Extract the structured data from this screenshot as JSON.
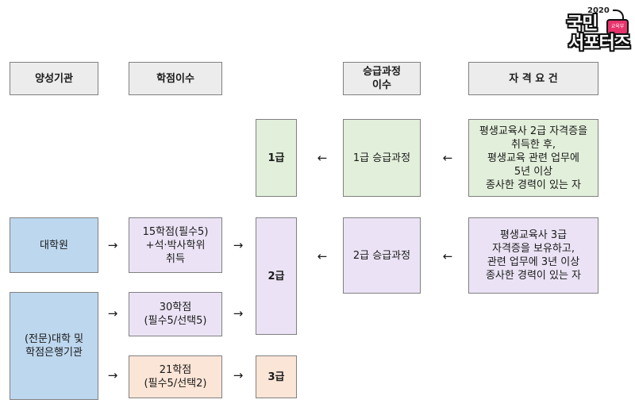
{
  "logo": {
    "year": "2020",
    "line1": "국민",
    "line2": "서포터즈",
    "tv_label": "교육부"
  },
  "headers": {
    "institution": "양성기관",
    "credits": "학점이수",
    "promotion": "승급과정\n이수",
    "qualification": "자 격 요 건"
  },
  "levels": {
    "level1": "1급",
    "level2": "2급",
    "level3": "3급"
  },
  "promotion": {
    "course1": "1급 승급과정",
    "course2": "2급 승급과정"
  },
  "qualification": {
    "req1": "평생교육사 2급 자격증을\n취득한 후,\n평생교육 관련 업무에\n5년 이상\n종사한 경력이 있는 자",
    "req2": "평생교육사 3급\n자격증을 보유하고,\n관련 업무에 3년 이상\n종사한 경력이 있는 자"
  },
  "institutions": {
    "grad": "대학원",
    "univ": "(전문)대학 및\n학점은행기관"
  },
  "credits": {
    "c15": "15학점(필수5)\n+석·박사학위\n취득",
    "c30": "30학점\n(필수5/선택5)",
    "c21": "21학점\n(필수5/선택2)"
  },
  "arrows": {
    "right": "→",
    "left": "←"
  },
  "colors": {
    "header": "#ececec",
    "green": "#e2efda",
    "purple": "#ebe3f5",
    "blue": "#bdd7ee",
    "peach": "#fbe5d6"
  }
}
